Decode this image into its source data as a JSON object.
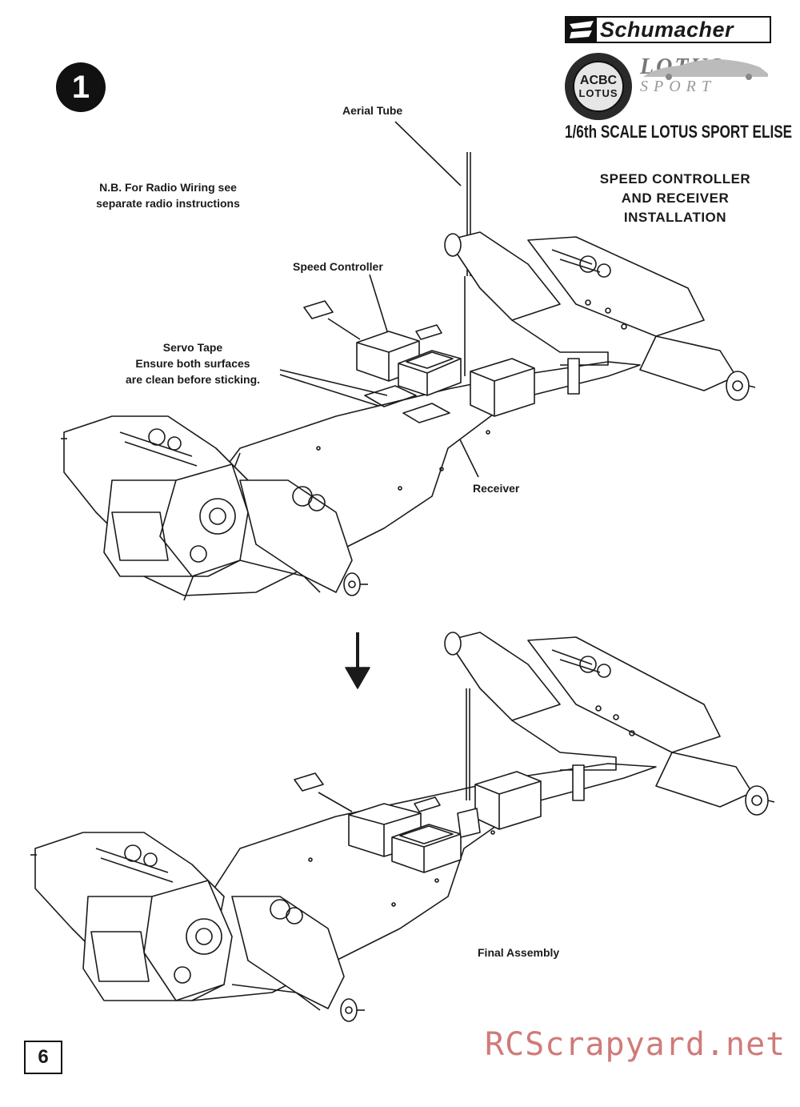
{
  "header": {
    "step_number": "1",
    "brand": "Schumacher",
    "logo_text": "LOTUS",
    "logo_glyph": "ACBC",
    "lotus_word": "LOTUS",
    "sport_word": "SPORT",
    "scale_title": "1/6th SCALE LOTUS SPORT ELISE",
    "section_title_lines": [
      "SPEED CONTROLLER",
      "AND RECEIVER",
      "INSTALLATION"
    ]
  },
  "note": {
    "line1": "N.B. For Radio Wiring see",
    "line2": "separate radio instructions"
  },
  "callouts": {
    "aerial_tube": "Aerial Tube",
    "speed_controller": "Speed Controller",
    "servo_tape_line1": "Servo Tape",
    "servo_tape_line2": "Ensure both surfaces",
    "servo_tape_line3": "are clean before sticking.",
    "receiver": "Receiver",
    "final_assembly": "Final Assembly"
  },
  "footer": {
    "page_number": "6",
    "watermark": "RCScrapyard.net"
  },
  "icons": [
    "step-badge-icon",
    "schumacher-flag-icon",
    "lotus-roundel-icon",
    "car-silhouette-icon",
    "down-arrow-icon"
  ]
}
